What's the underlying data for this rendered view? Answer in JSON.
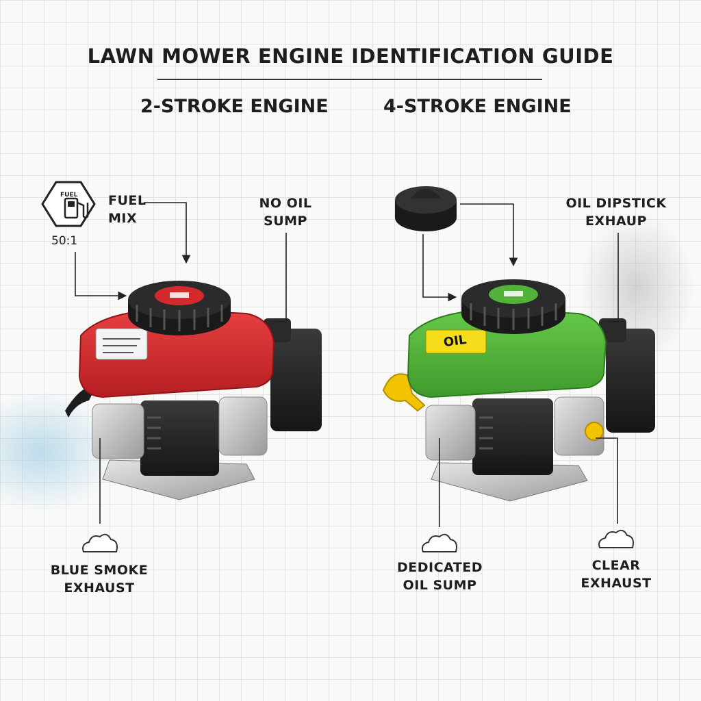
{
  "title": "LAWN MOWER ENGINE IDENTIFICATION GUIDE",
  "two_stroke": {
    "heading": "2-STROKE ENGINE",
    "cover_color": "#d32b2b",
    "fuel_icon_text": "FUEL",
    "fuel_icon_ratio": "50:1",
    "fuel_mix_line1": "FUEL",
    "fuel_mix_line2": "MIX",
    "ratio": "50:1",
    "no_oil_line1": "NO OIL",
    "no_oil_line2": "SUMP",
    "exhaust_line1": "BLUE SMOKE",
    "exhaust_line2": "EXHAUST",
    "smoke_color": "#a9d3e6"
  },
  "four_stroke": {
    "heading": "4-STROKE ENGINE",
    "cover_color": "#52b23a",
    "oil_sticker": "OIL",
    "dipstick_line1": "OIL DIPSTICK",
    "dipstick_line2": "EXHAUP",
    "sump_line1": "DEDICATED",
    "sump_line2": "OIL SUMP",
    "exhaust_line1": "CLEAR",
    "exhaust_line2": "EXHAUST",
    "smoke_color": "#c9c9c9",
    "accent_yellow": "#f2c300"
  }
}
